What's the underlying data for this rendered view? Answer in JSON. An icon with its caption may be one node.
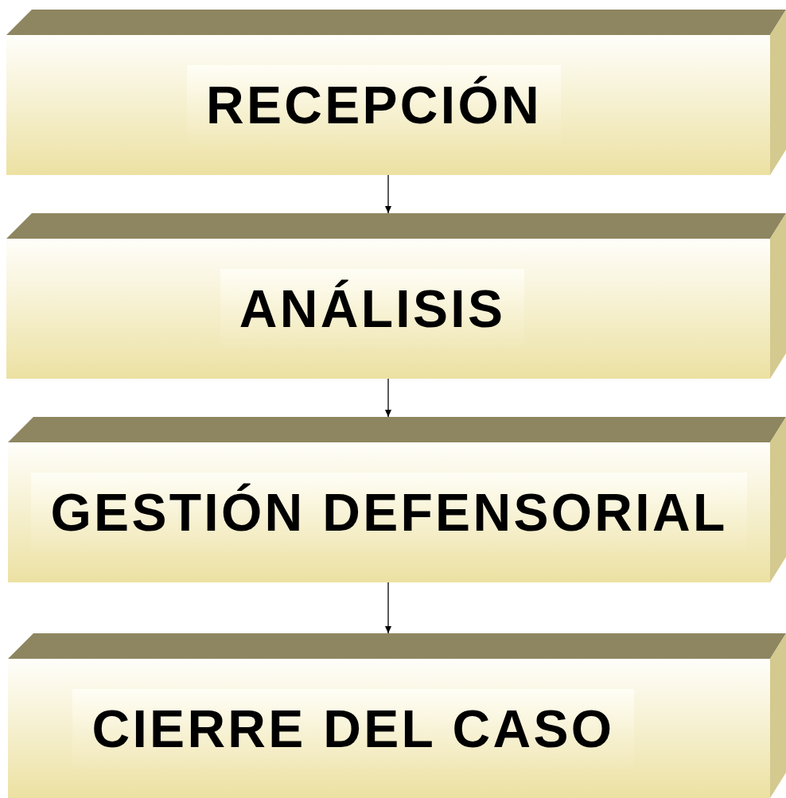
{
  "diagram": {
    "nodes": [
      {
        "text": [
          "RECEPCIÓN"
        ]
      },
      {
        "text": [
          "ANÁLISIS"
        ]
      },
      {
        "text": [
          "GESTIÓN DEFENSORIAL"
        ]
      },
      {
        "text": [
          "CIERRE DEL CASO"
        ]
      }
    ],
    "edges": [
      {
        "from": 0,
        "to": 1,
        "arrow": "to"
      },
      {
        "from": 1,
        "to": 2,
        "arrow": "to"
      },
      {
        "from": 2,
        "to": 3,
        "arrow": "to"
      }
    ]
  }
}
